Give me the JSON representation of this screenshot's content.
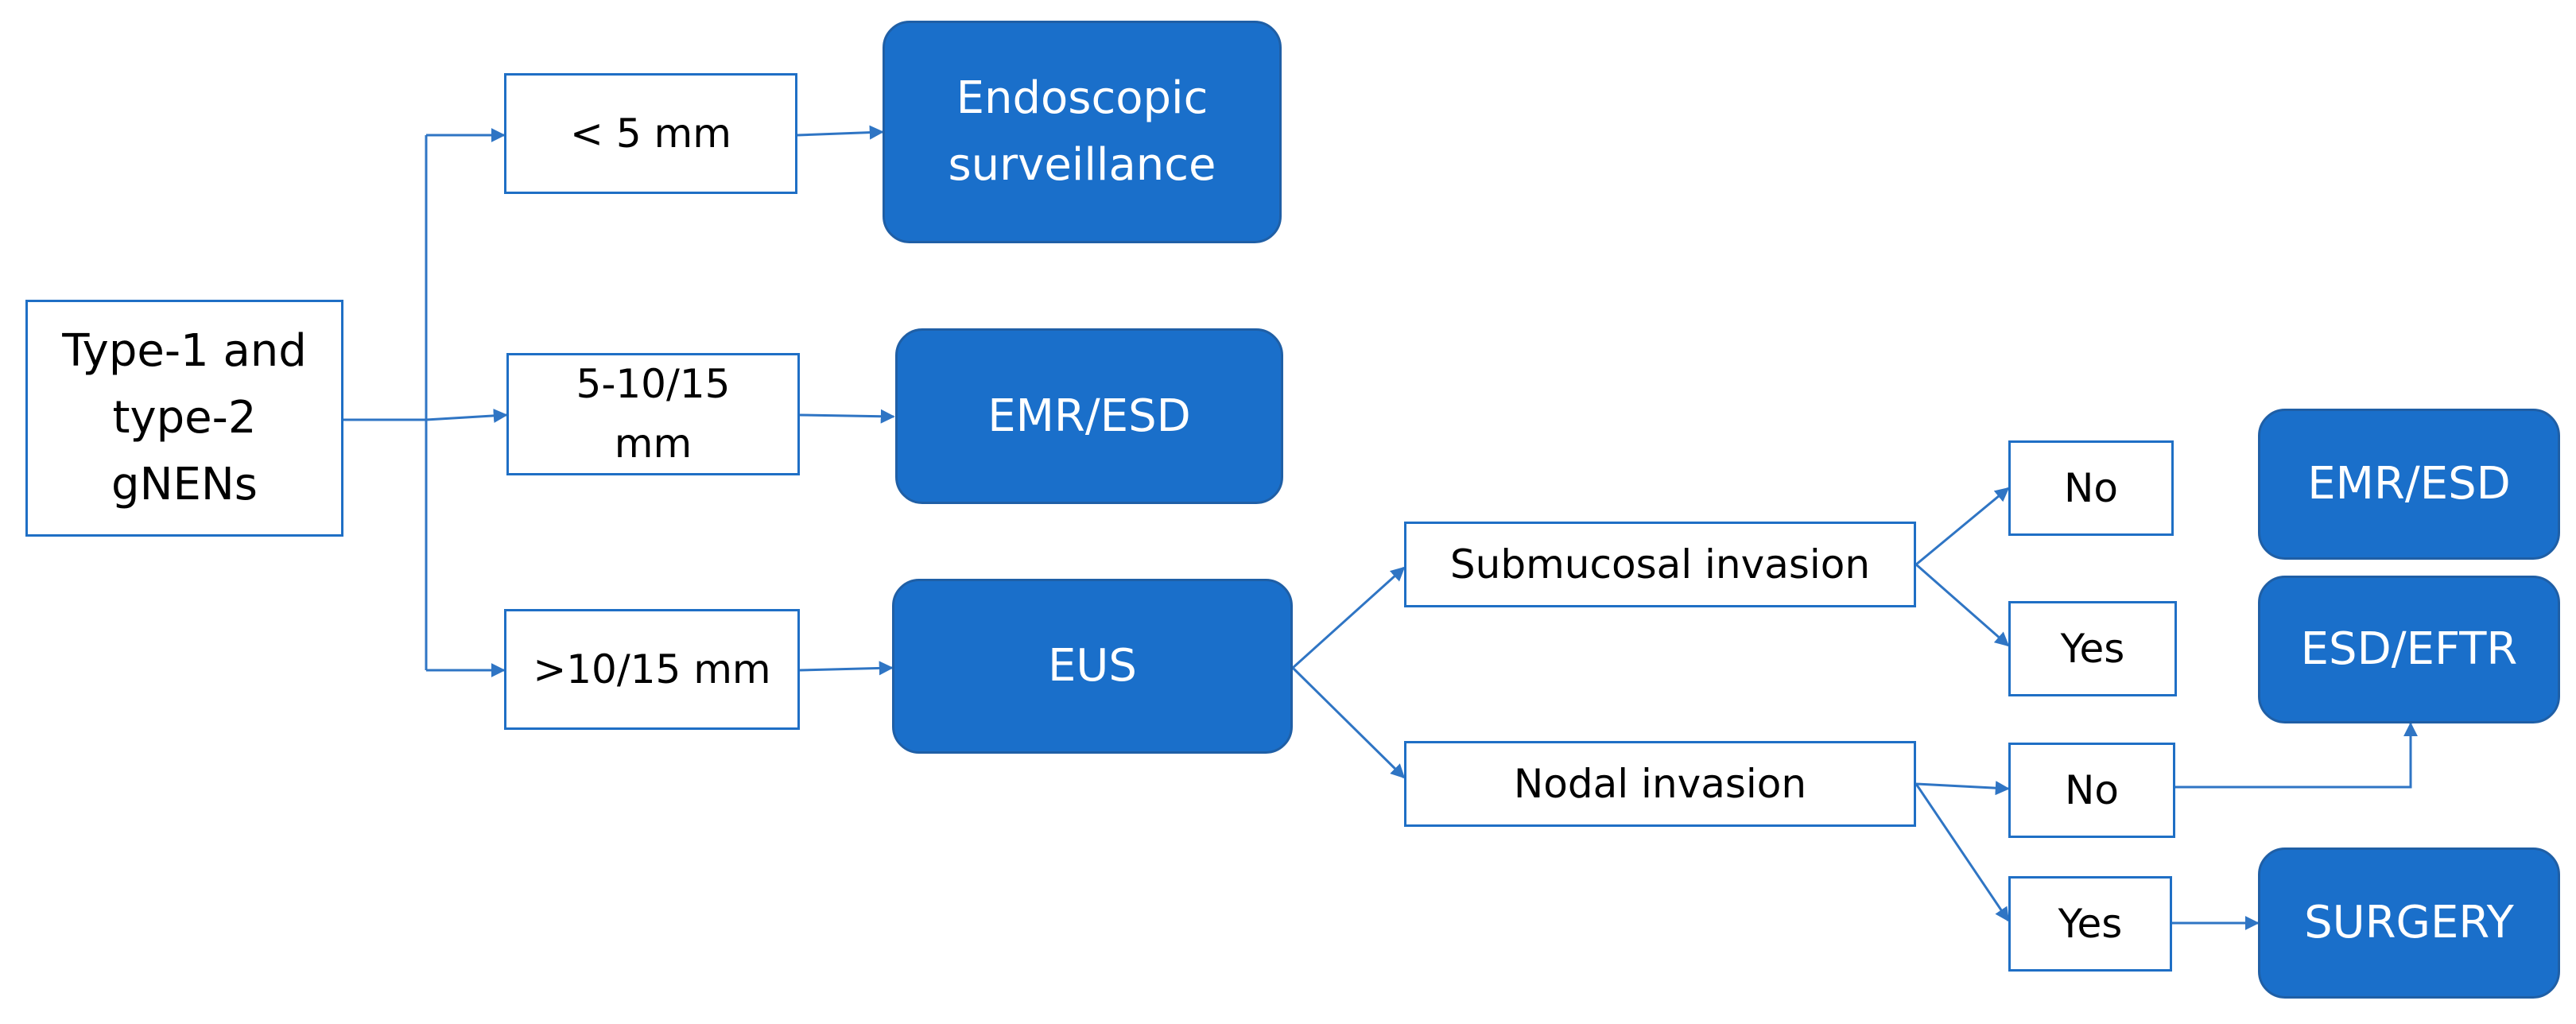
{
  "colors": {
    "accent": "#1a6fca",
    "border": "#1f6fc5",
    "edge": "#2f75c4",
    "text_dark": "#000000",
    "text_light": "#ffffff"
  },
  "nodes": {
    "start": "Type-1 and\ntype-2\ngNENs",
    "lt5": "< 5 mm",
    "endoscopic": "Endoscopic\nsurveillance",
    "mid": "5-10/15\nmm",
    "emr_esd_1": "EMR/ESD",
    "gt10": ">10/15 mm",
    "eus": "EUS",
    "submucosal": "Submucosal invasion",
    "nodal": "Nodal invasion",
    "sub_no": "No",
    "sub_yes": "Yes",
    "nod_no": "No",
    "nod_yes": "Yes",
    "emr_esd_2": "EMR/ESD",
    "esd_eftr": "ESD/EFTR",
    "surgery": "SURGERY"
  }
}
